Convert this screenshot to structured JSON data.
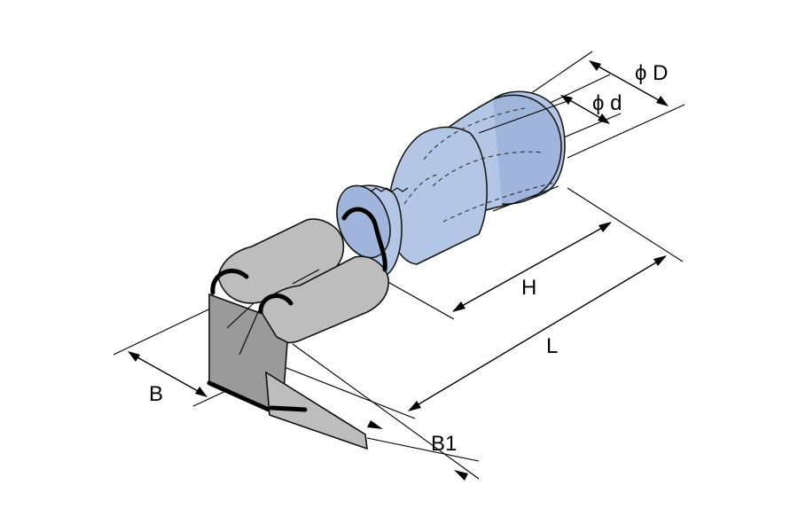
{
  "labels": {
    "phi_D": "ϕ D",
    "phi_d": "ϕ d",
    "H": "H",
    "L": "L",
    "B": "B",
    "B1": "B1"
  },
  "colors": {
    "insulation": "#b3c6e6",
    "metal": "#bdbdbd",
    "outline": "#111111"
  }
}
